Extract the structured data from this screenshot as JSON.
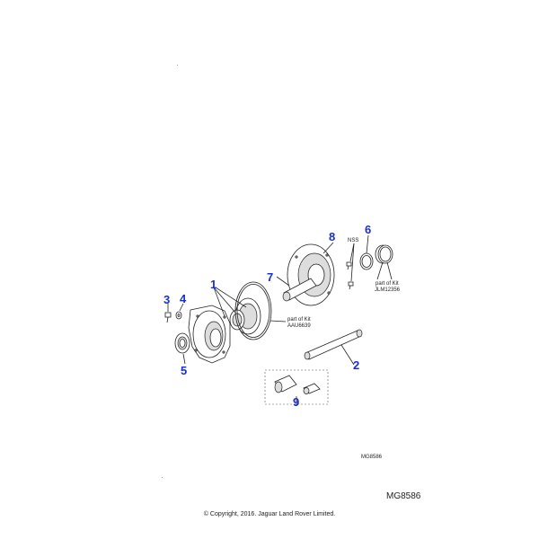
{
  "callouts": {
    "c1": "1",
    "c2": "2",
    "c3": "3",
    "c4": "4",
    "c5": "5",
    "c6": "6",
    "c7": "7",
    "c8": "8",
    "c9": "9"
  },
  "notes": {
    "nss": "NSS",
    "kit_a_line1": "part of Kit",
    "kit_a_line2": "AAU6639",
    "kit_b_line1": "part of Kit",
    "kit_b_line2": "JLM12356"
  },
  "reference_small": "MG8586",
  "reference_large": "MG8586",
  "copyright": "© Copyright, 2016. Jaguar Land Rover Limited.",
  "colors": {
    "callout": "#1a2fd0",
    "linework": "#222222"
  }
}
